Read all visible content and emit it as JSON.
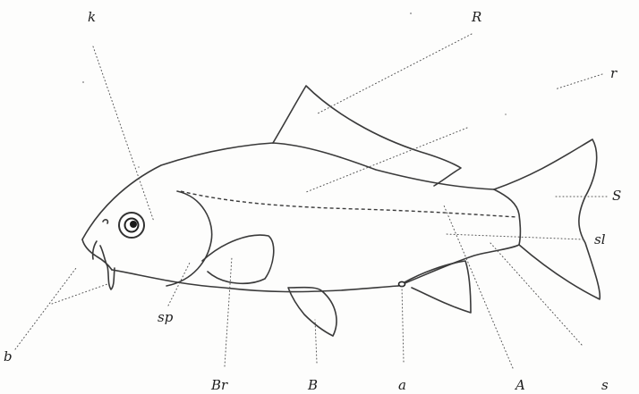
{
  "labels": {
    "k": "k",
    "R": "R",
    "r": "r",
    "S": "S",
    "sl": "sl",
    "s": "s",
    "A": "A",
    "a": "a",
    "B": "B",
    "Br": "Br",
    "sp": "sp",
    "b": "b"
  },
  "colors": {
    "ink": "#3a3a3a",
    "paper": "#fdfdfc"
  }
}
